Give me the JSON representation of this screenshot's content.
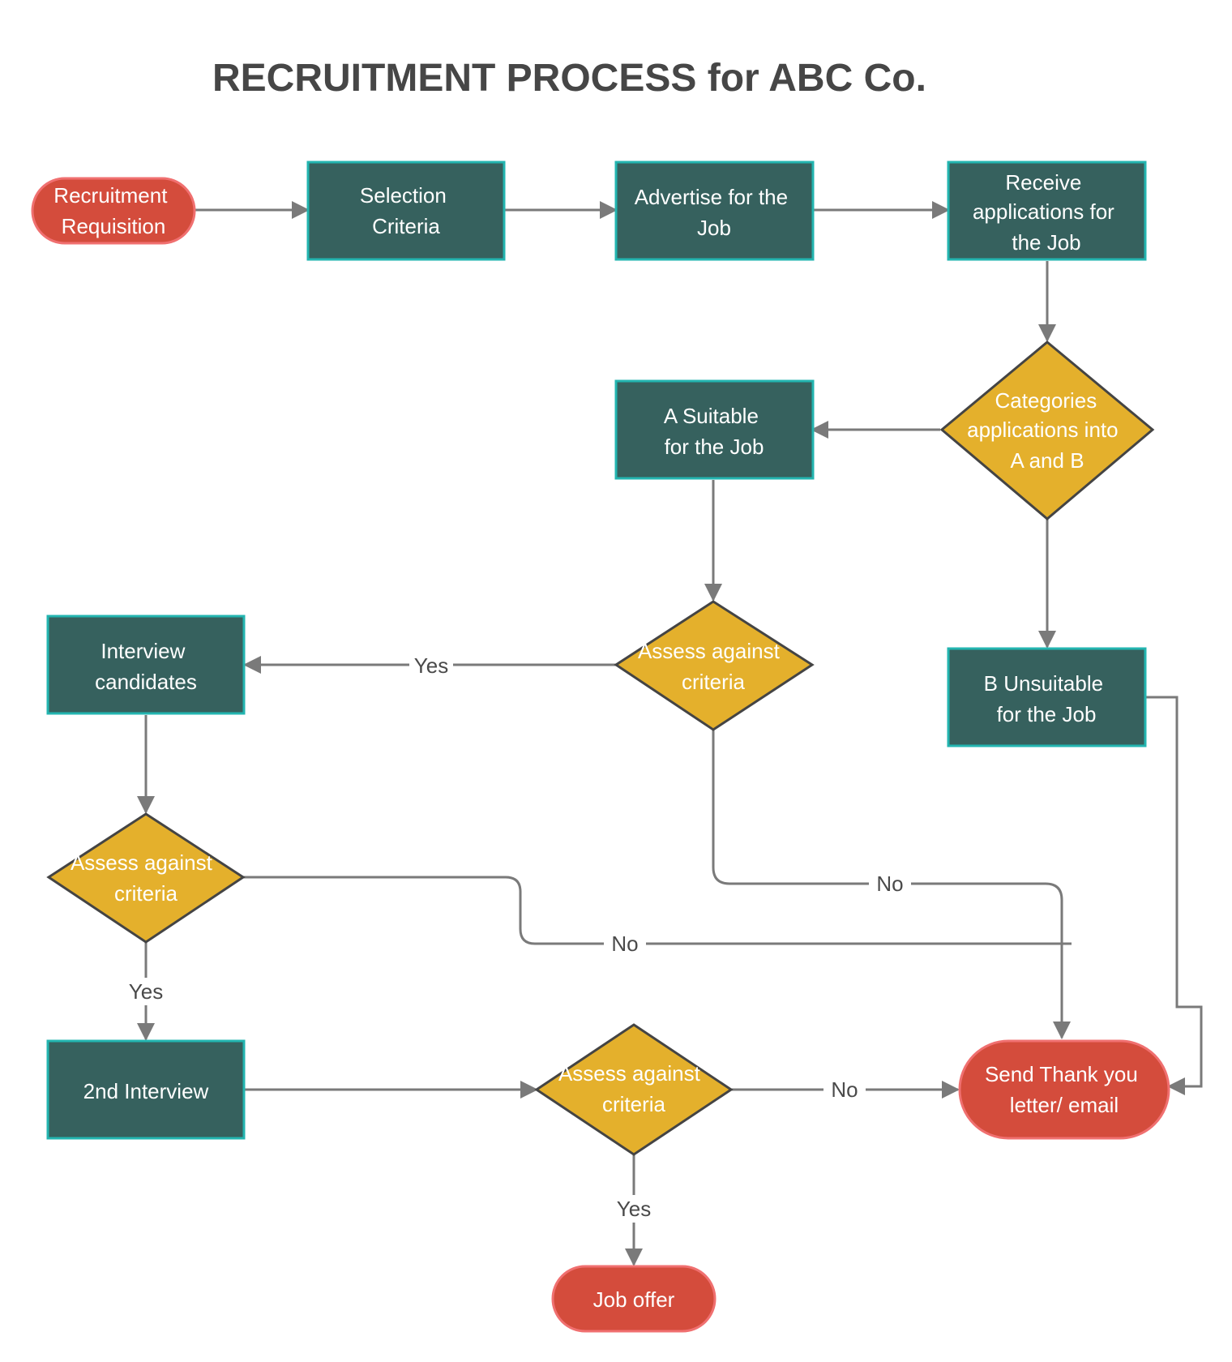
{
  "title": "RECRUITMENT PROCESS for ABC Co.",
  "colors": {
    "terminal_fill": "#d44c3c",
    "terminal_stroke": "#f07070",
    "process_fill": "#36615e",
    "process_stroke": "#23b5b0",
    "decision_fill": "#e4b02c",
    "decision_stroke": "#444444",
    "edge": "#7a7a7a",
    "title_text": "#464646"
  },
  "nodes": {
    "recruitment_requisition": {
      "type": "terminal",
      "lines": [
        "Recruitment",
        "Requisition"
      ]
    },
    "selection_criteria": {
      "type": "process",
      "lines": [
        "Selection",
        "Criteria"
      ]
    },
    "advertise_job": {
      "type": "process",
      "lines": [
        "Advertise for the",
        "Job"
      ]
    },
    "receive_applications": {
      "type": "process",
      "lines": [
        "Receive",
        "applications for",
        "the Job"
      ]
    },
    "categorise_applications": {
      "type": "decision",
      "lines": [
        "Categories",
        "applications into",
        "A and B"
      ]
    },
    "a_suitable": {
      "type": "process",
      "lines": [
        "A Suitable",
        "for the Job"
      ]
    },
    "b_unsuitable": {
      "type": "process",
      "lines": [
        "B Unsuitable",
        "for the Job"
      ]
    },
    "assess_1": {
      "type": "decision",
      "lines": [
        "Assess against",
        "criteria"
      ]
    },
    "interview_candidates": {
      "type": "process",
      "lines": [
        "Interview",
        "candidates"
      ]
    },
    "assess_2": {
      "type": "decision",
      "lines": [
        "Assess against",
        "criteria"
      ]
    },
    "second_interview": {
      "type": "process",
      "lines": [
        "2nd Interview"
      ]
    },
    "assess_3": {
      "type": "decision",
      "lines": [
        "Assess against",
        "criteria"
      ]
    },
    "send_thank_you": {
      "type": "terminal",
      "lines": [
        "Send Thank you",
        "letter/ email"
      ]
    },
    "job_offer": {
      "type": "terminal",
      "lines": [
        "Job offer"
      ]
    }
  },
  "edges": [
    {
      "from": "recruitment_requisition",
      "to": "selection_criteria",
      "label": ""
    },
    {
      "from": "selection_criteria",
      "to": "advertise_job",
      "label": ""
    },
    {
      "from": "advertise_job",
      "to": "receive_applications",
      "label": ""
    },
    {
      "from": "receive_applications",
      "to": "categorise_applications",
      "label": ""
    },
    {
      "from": "categorise_applications",
      "to": "a_suitable",
      "label": ""
    },
    {
      "from": "categorise_applications",
      "to": "b_unsuitable",
      "label": ""
    },
    {
      "from": "a_suitable",
      "to": "assess_1",
      "label": ""
    },
    {
      "from": "assess_1",
      "to": "interview_candidates",
      "label": "Yes"
    },
    {
      "from": "assess_1",
      "to": "send_thank_you",
      "label": "No"
    },
    {
      "from": "b_unsuitable",
      "to": "send_thank_you",
      "label": ""
    },
    {
      "from": "interview_candidates",
      "to": "assess_2",
      "label": ""
    },
    {
      "from": "assess_2",
      "to": "send_thank_you",
      "label": "No"
    },
    {
      "from": "assess_2",
      "to": "second_interview",
      "label": "Yes"
    },
    {
      "from": "second_interview",
      "to": "assess_3",
      "label": ""
    },
    {
      "from": "assess_3",
      "to": "send_thank_you",
      "label": "No"
    },
    {
      "from": "assess_3",
      "to": "job_offer",
      "label": "Yes"
    }
  ]
}
